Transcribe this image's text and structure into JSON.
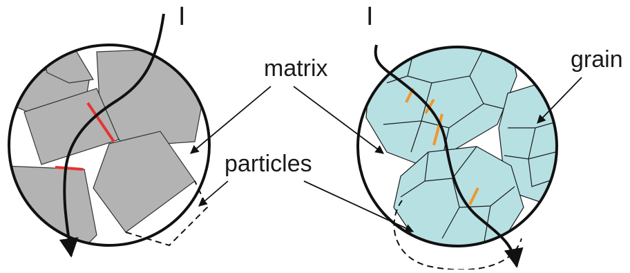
{
  "labels": {
    "current_left": "I",
    "current_right": "I",
    "matrix": "matrix",
    "particles": "particles",
    "grain": "grain"
  },
  "colors": {
    "particle_fill": "#b3b3b3",
    "grain_fill": "#b7e0e3",
    "left_contact": "#e8322f",
    "right_contact": "#f0962a",
    "outline": "#111111"
  }
}
